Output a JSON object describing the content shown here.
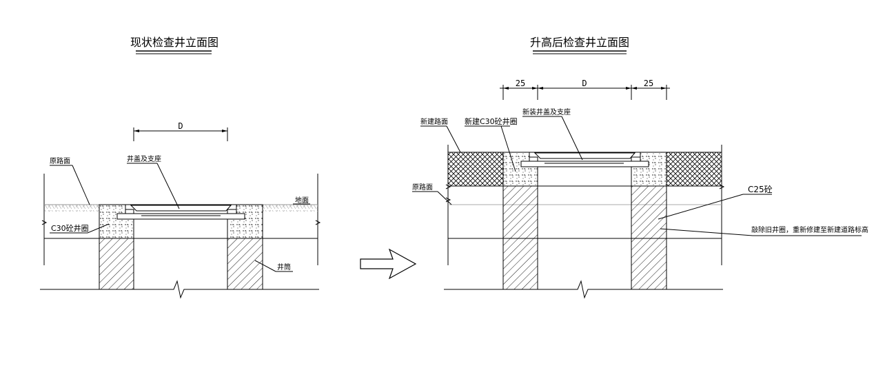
{
  "left_view": {
    "title": "现状检查井立面图",
    "dim_label": "D",
    "labels": {
      "orig_road": "原路面",
      "cover": "井盖及支座",
      "ground": "地面",
      "ring": "C30砼井圈",
      "shaft": "井筒"
    }
  },
  "right_view": {
    "title": "升高后检查井立面图",
    "dims": [
      "25",
      "D",
      "25"
    ],
    "labels": {
      "new_road": "新建路面",
      "new_ring": "新建C30砼井圈",
      "new_cover": "新装井盖及支座",
      "orig_road": "原路面",
      "concrete": "C25砼",
      "note": "敲除旧井圈，重新修建至新建道路标高"
    }
  }
}
